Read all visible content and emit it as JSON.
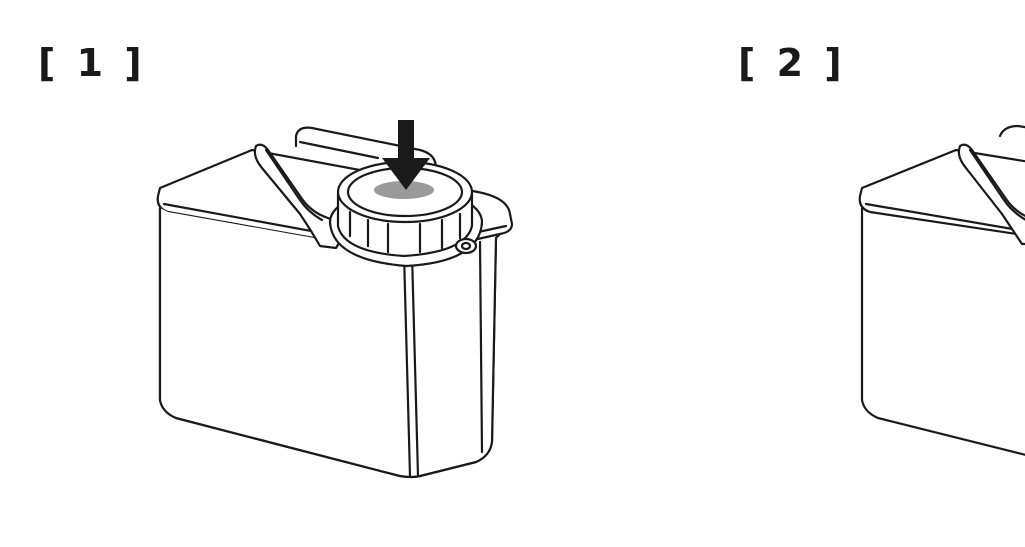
{
  "steps": [
    {
      "label": "[ 1 ]"
    },
    {
      "label": "[ 2 ]"
    }
  ],
  "colors": {
    "stroke": "#1a1a1a",
    "arrow": "#1a1a1a",
    "cap_highlight": "#9a9a9a",
    "background": "#ffffff"
  },
  "icons": {
    "step1": "tank-with-cap-press-arrow",
    "step2": "tank-partial-view"
  }
}
